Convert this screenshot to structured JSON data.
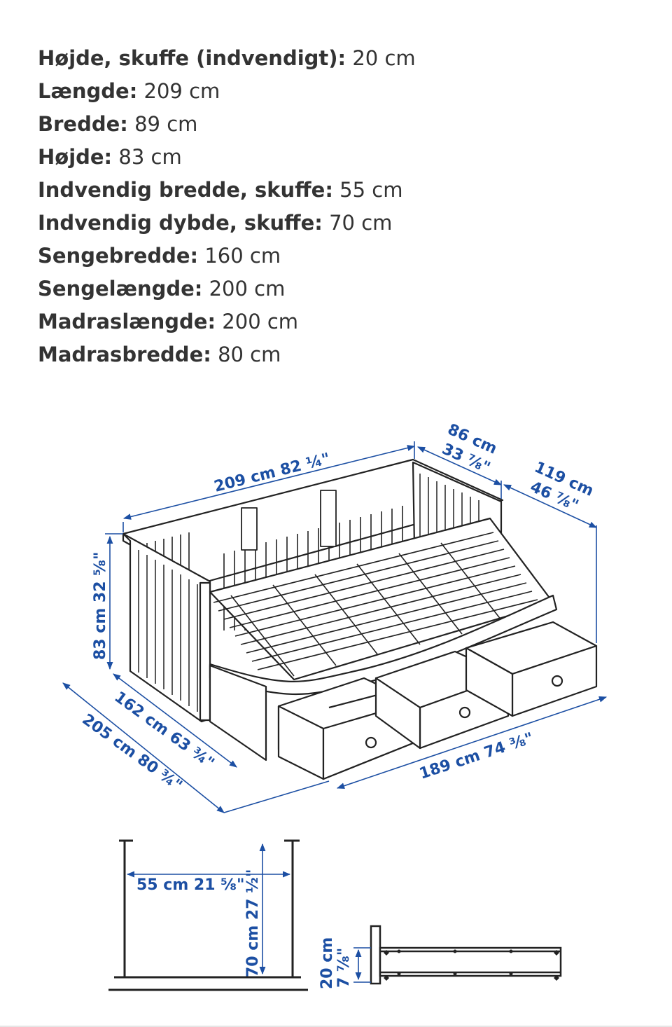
{
  "specs": [
    {
      "label": "Højde, skuffe (indvendigt):",
      "value": "20 cm"
    },
    {
      "label": "Længde:",
      "value": "209 cm"
    },
    {
      "label": "Bredde:",
      "value": "89 cm"
    },
    {
      "label": "Højde:",
      "value": "83 cm"
    },
    {
      "label": "Indvendig bredde, skuffe:",
      "value": "55 cm"
    },
    {
      "label": "Indvendig dybde, skuffe:",
      "value": "70 cm"
    },
    {
      "label": "Sengebredde:",
      "value": "160 cm"
    },
    {
      "label": "Sengelængde:",
      "value": "200 cm"
    },
    {
      "label": "Madraslængde:",
      "value": "200 cm"
    },
    {
      "label": "Madrasbredde:",
      "value": "80 cm"
    }
  ],
  "diagram": {
    "length_label": "209 cm 82 ¼\"",
    "depth_label_cm": "86 cm",
    "depth_label_in": "33 ⅞\"",
    "extended_depth_cm": "119 cm",
    "extended_depth_in": "46 ⅞\"",
    "height_label": "83 cm 32 ⅝\"",
    "bed_width_label": "162 cm 63 ¾\"",
    "extended_width_label": "205 cm 80 ¾\"",
    "drawer_span_label": "189 cm 74 ⅜\"",
    "drawer_inner_width_label": "55 cm 21 ⅝\"",
    "drawer_inner_depth_label": "70 cm 27 ½\"",
    "drawer_height_cm": "20 cm",
    "drawer_height_in": "7 ⅞\""
  },
  "colors": {
    "dimension": "#1c4fa3",
    "text": "#333333",
    "line": "#222222"
  }
}
